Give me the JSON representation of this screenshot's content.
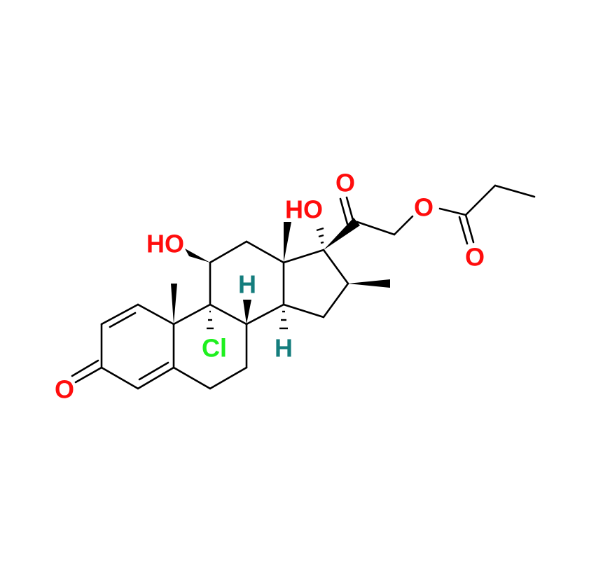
{
  "molecule": {
    "atoms": {
      "o3": "O",
      "oh11": "HO",
      "oh17": "HO",
      "o20": "O",
      "o_ester": "O",
      "o_carbonyl": "O",
      "cl9": "Cl",
      "h8": "H",
      "h14": "H"
    },
    "colors": {
      "oxygen": "#ff0d0d",
      "chlorine": "#1ff01f",
      "hydrogen": "#147d7d",
      "bond": "#000000"
    }
  }
}
